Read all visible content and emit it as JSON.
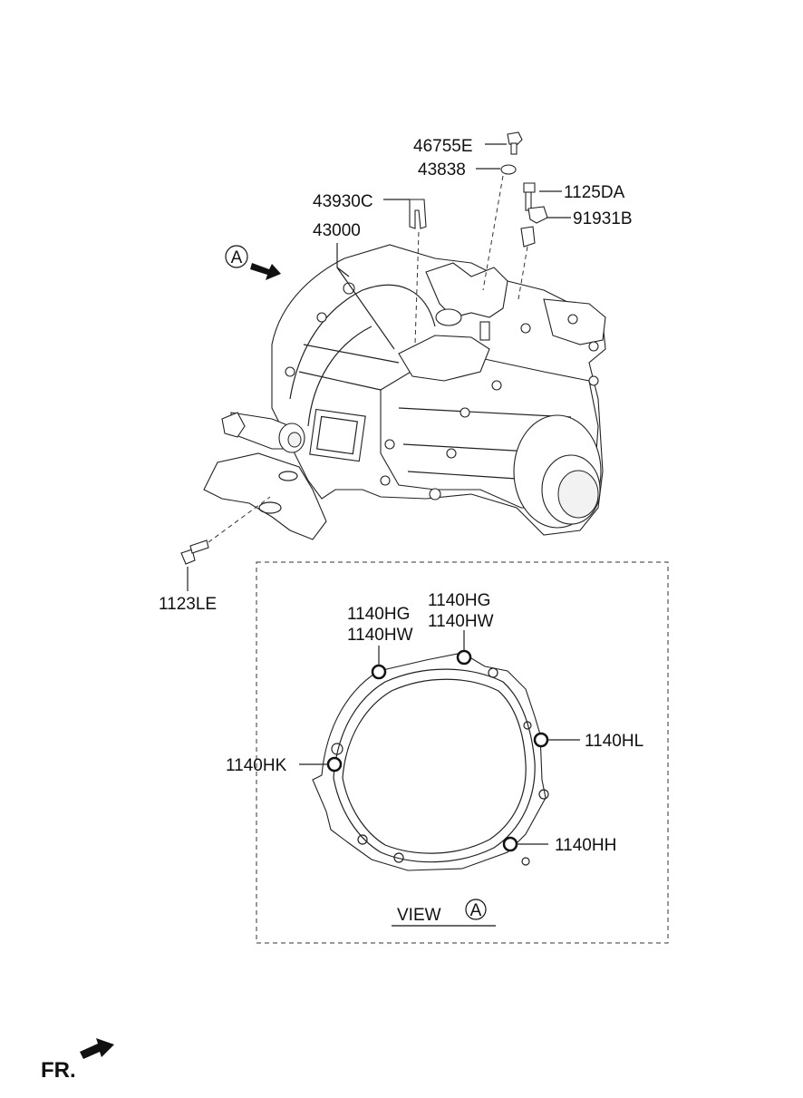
{
  "diagram": {
    "parts": {
      "p46755E": "46755E",
      "p43838": "43838",
      "p1125DA": "1125DA",
      "p91931B": "91931B",
      "p43930C": "43930C",
      "p43000": "43000",
      "p1123LE": "1123LE"
    },
    "view": {
      "marker": "A",
      "caption": "VIEW",
      "caption_marker": "A",
      "labels": {
        "hg_left": "1140HG",
        "hw_left": "1140HW",
        "hg_top": "1140HG",
        "hw_top": "1140HW",
        "hl": "1140HL",
        "hk": "1140HK",
        "hh": "1140HH"
      }
    },
    "direction": {
      "label": "FR."
    }
  }
}
